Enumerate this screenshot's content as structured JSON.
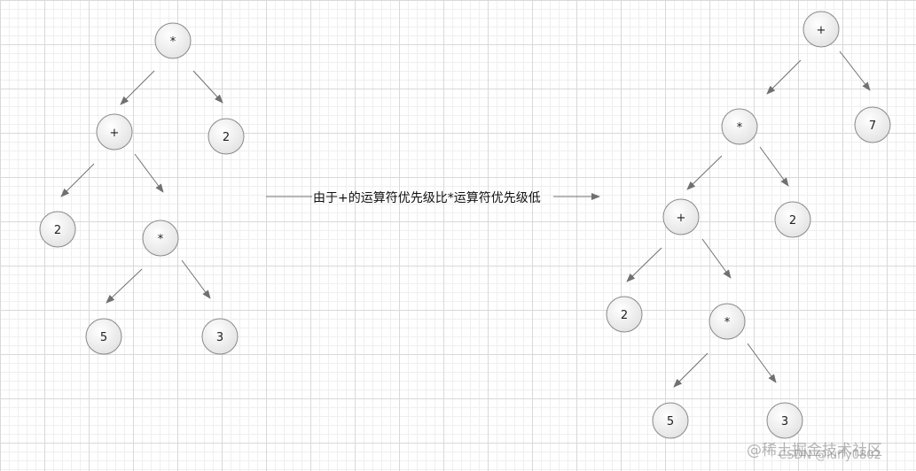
{
  "left_tree": {
    "nodes": [
      {
        "id": "L1",
        "label": "*"
      },
      {
        "id": "L2",
        "label": "+"
      },
      {
        "id": "L3",
        "label": "2"
      },
      {
        "id": "L4",
        "label": "2"
      },
      {
        "id": "L5",
        "label": "*"
      },
      {
        "id": "L6",
        "label": "5"
      },
      {
        "id": "L7",
        "label": "3"
      }
    ]
  },
  "right_tree": {
    "nodes": [
      {
        "id": "R1",
        "label": "+"
      },
      {
        "id": "R2",
        "label": "*"
      },
      {
        "id": "R3",
        "label": "7"
      },
      {
        "id": "R4",
        "label": "+"
      },
      {
        "id": "R5",
        "label": "2"
      },
      {
        "id": "R6",
        "label": "2"
      },
      {
        "id": "R7",
        "label": "*"
      },
      {
        "id": "R8",
        "label": "5"
      },
      {
        "id": "R9",
        "label": "3"
      }
    ]
  },
  "transition_label": "由于+的运算符优先级比*运算符优先级低",
  "watermark": {
    "line1": "@稀土掘金技术社区",
    "line2": "CSDN @luffy0802"
  },
  "colors": {
    "edge": "#707070",
    "node_border": "#8a8a8a",
    "node_fill_center": "#ffffff",
    "node_fill_edge": "#e6e6e6"
  }
}
